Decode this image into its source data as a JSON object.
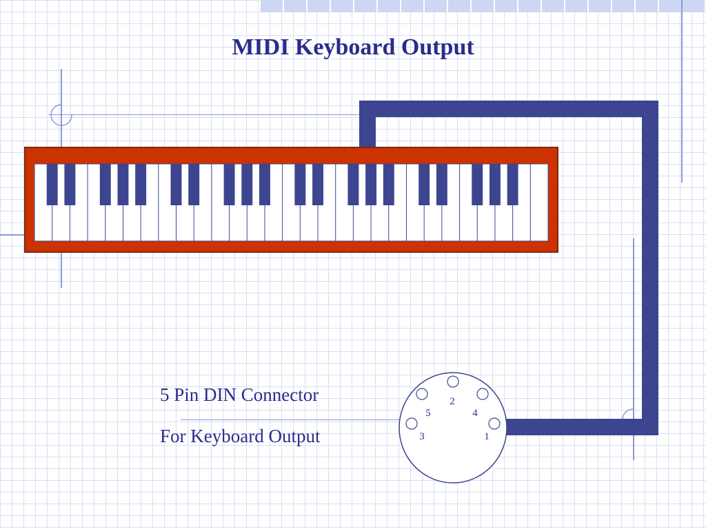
{
  "title": "MIDI Keyboard Output",
  "connector": {
    "label_line1": "5 Pin DIN Connector",
    "label_line2": "For Keyboard Output",
    "pins": [
      "2",
      "5",
      "4",
      "3",
      "1"
    ]
  },
  "colors": {
    "title_text": "#2b2b8c",
    "cable": "#3d4590",
    "keyboard_frame": "#cc3300",
    "black_keys": "#3d4590",
    "grid": "#d9dff3"
  }
}
